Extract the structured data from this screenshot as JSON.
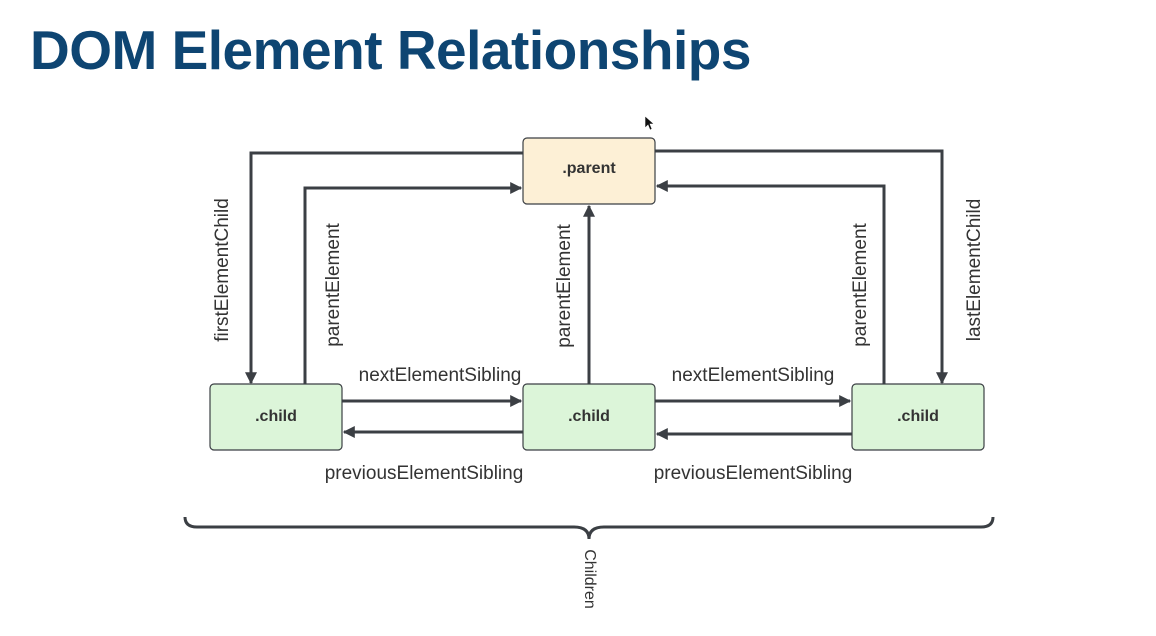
{
  "slide": {
    "title": "DOM Element Relationships"
  },
  "nodes": {
    "parent": ".parent",
    "child_left": ".child",
    "child_middle": ".child",
    "child_right": ".child"
  },
  "edges": {
    "first_element_child": "firstElementChild",
    "last_element_child": "lastElementChild",
    "parent_element_left": "parentElement",
    "parent_element_middle": "parentElement",
    "parent_element_right": "parentElement",
    "next_sibling_left": "nextElementSibling",
    "next_sibling_right": "nextElementSibling",
    "previous_sibling_left": "previousElementSibling",
    "previous_sibling_right": "previousElementSibling"
  },
  "brace": {
    "label": "Children"
  },
  "colors": {
    "title": "#0e4572",
    "parent_fill": "#fdf0d6",
    "child_fill": "#dcf5d9",
    "edge": "#3b3f44"
  }
}
